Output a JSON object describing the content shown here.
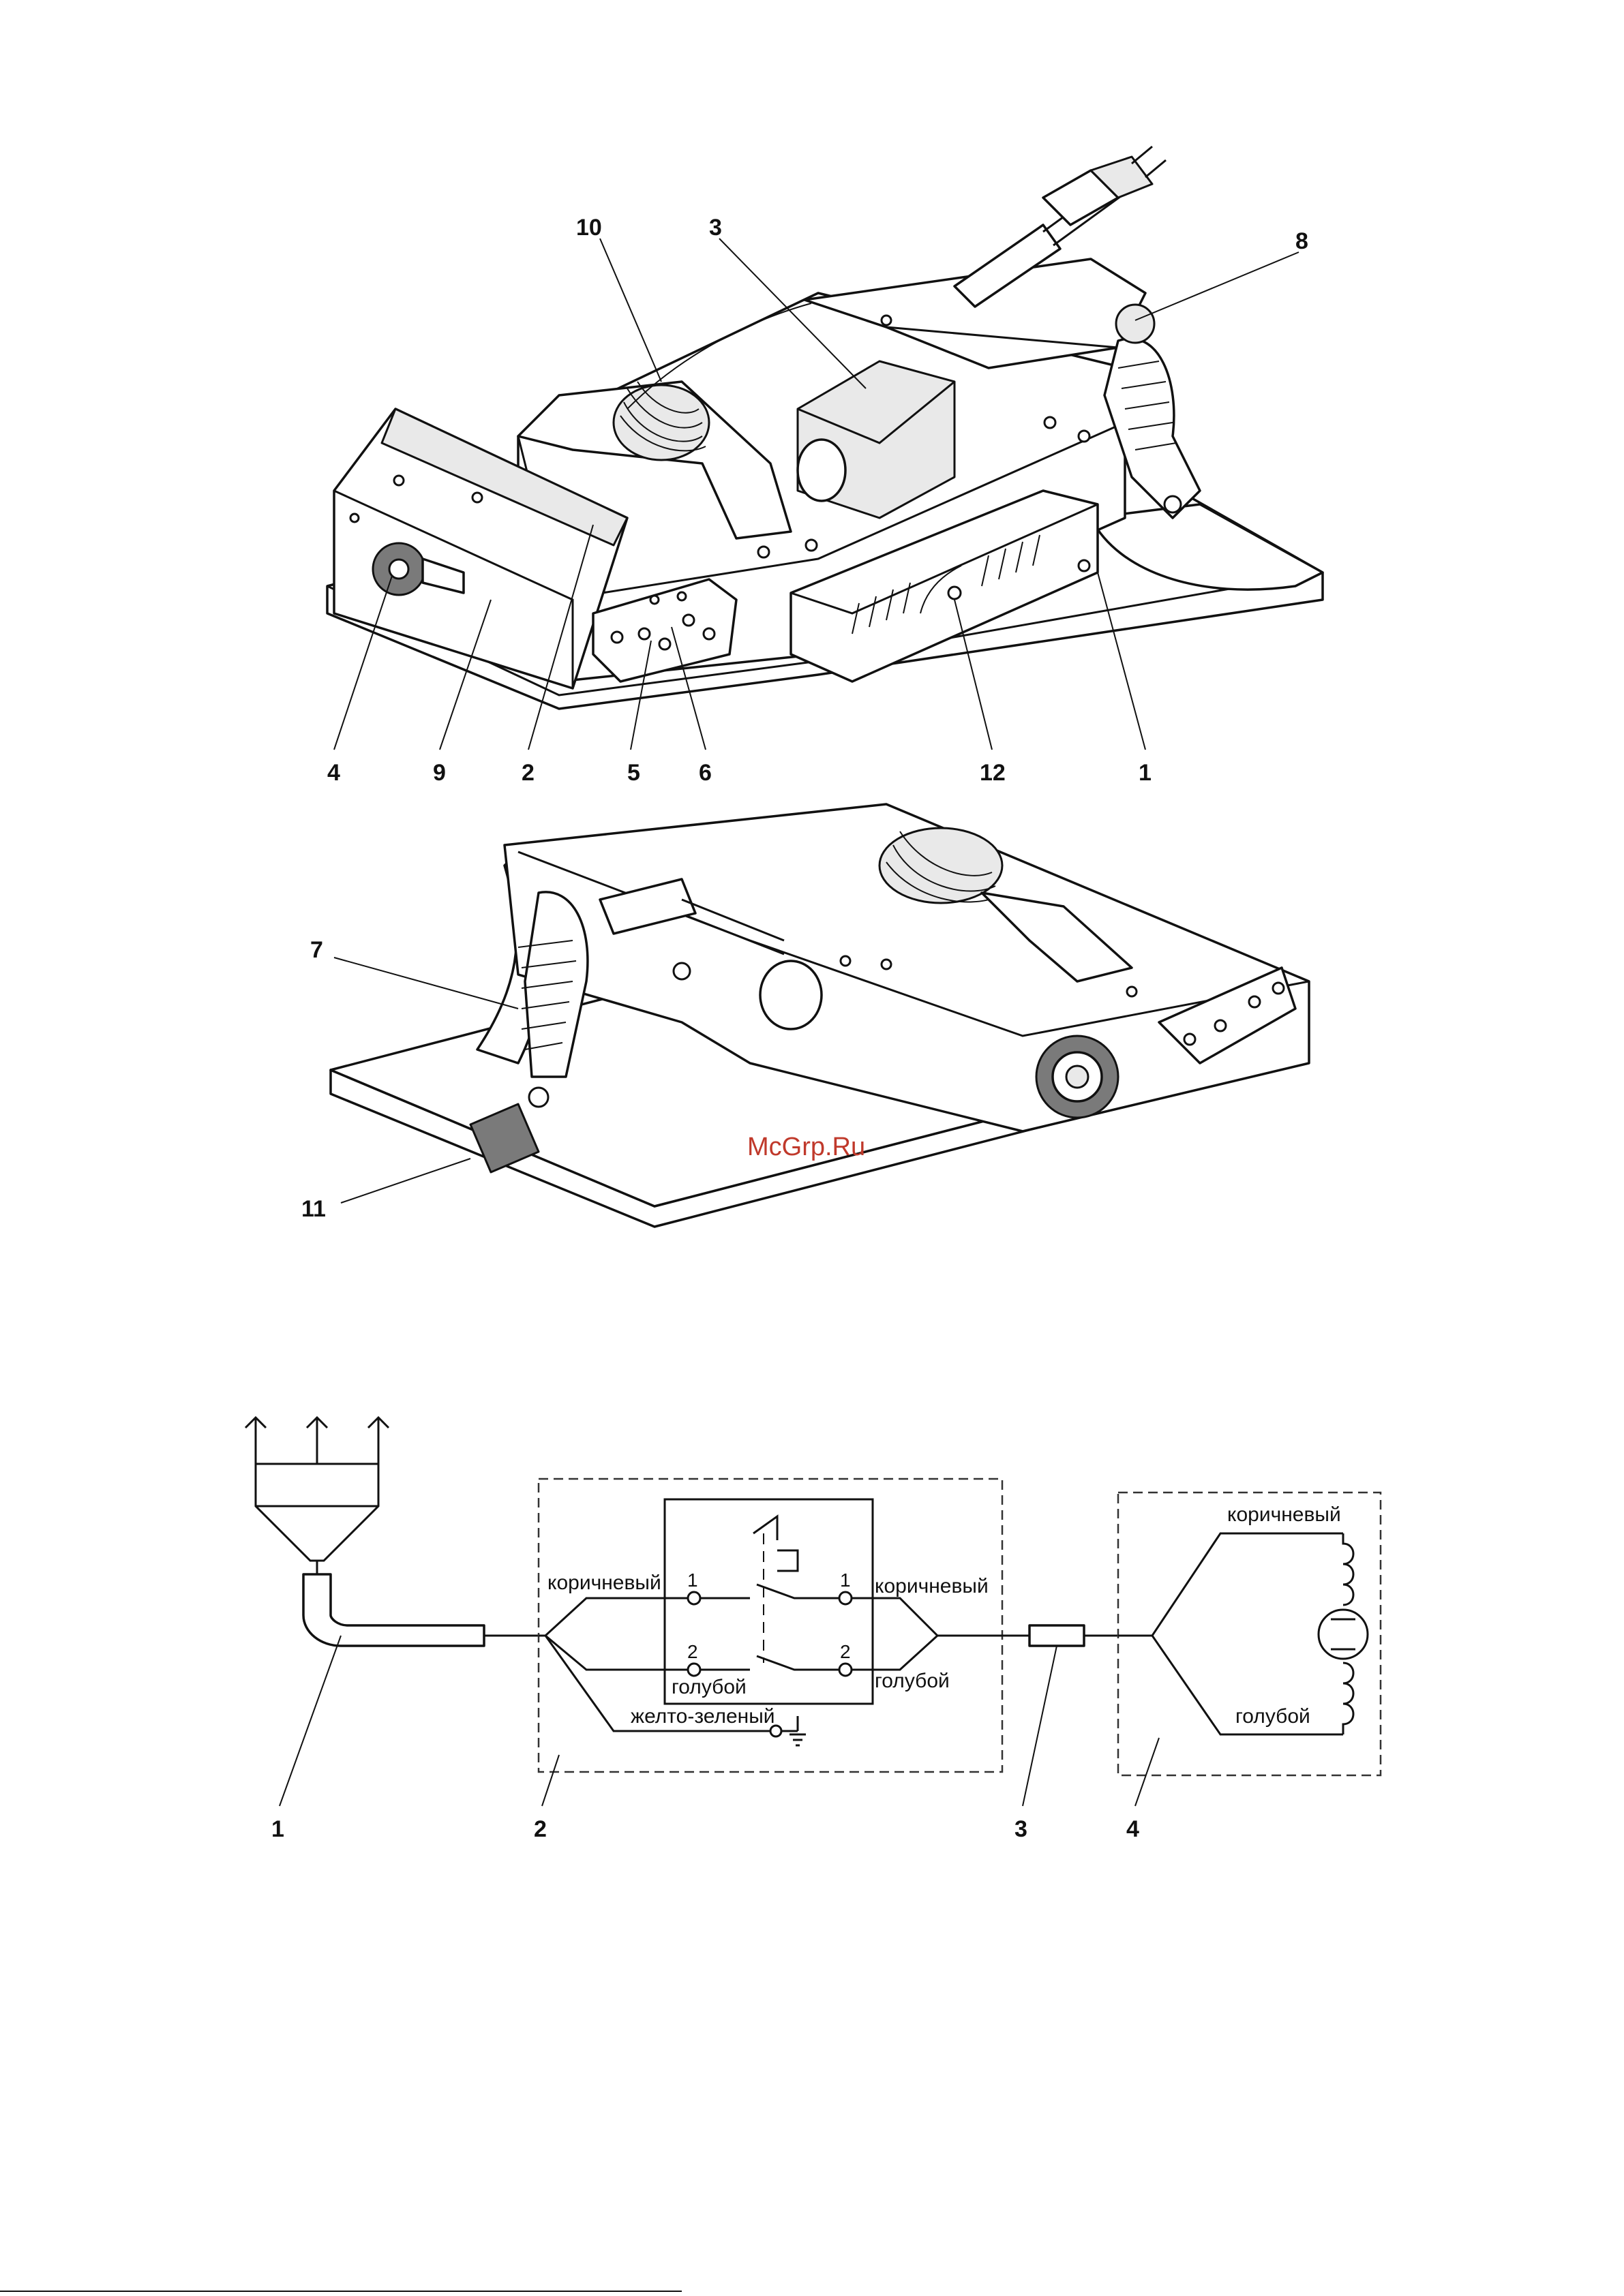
{
  "figure_top": {
    "callouts": [
      "10",
      "3",
      "8",
      "4",
      "9",
      "2",
      "5",
      "6",
      "12",
      "1"
    ]
  },
  "figure_middle": {
    "callouts": [
      "7",
      "11"
    ],
    "watermark": "McGrp.Ru"
  },
  "wiring": {
    "callouts": [
      "1",
      "2",
      "3",
      "4"
    ],
    "left_brown": "коричневый",
    "left_blue": "голубой",
    "right_brown": "коричневый",
    "right_blue": "голубой",
    "ground": "желто-зеленый",
    "motor_brown": "коричневый",
    "motor_blue": "голубой",
    "pins": [
      "1",
      "2",
      "1",
      "2"
    ]
  }
}
